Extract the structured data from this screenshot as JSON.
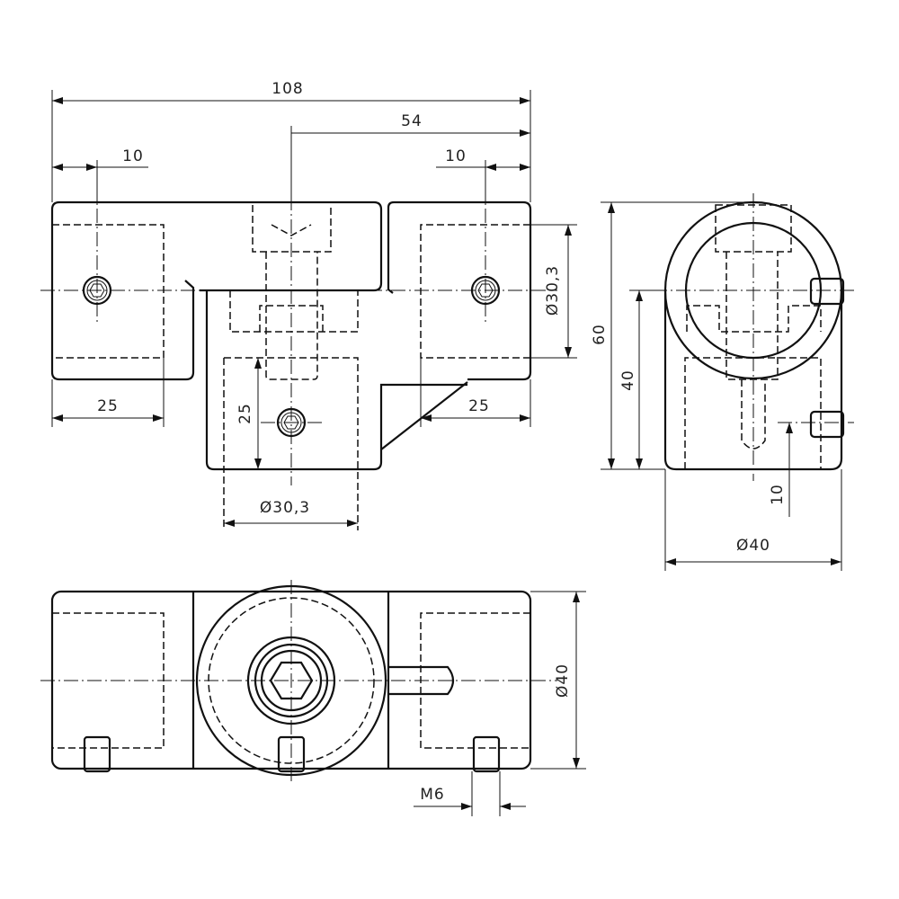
{
  "title": "Clamp connector technical drawing",
  "dimensions": {
    "overall_length": "108",
    "half_length": "54",
    "screw_offset_left": "10",
    "screw_offset_right": "10",
    "bore_depth_left": "25",
    "bore_depth_right": "25",
    "bore_depth_lower": "25",
    "bore_diameter_lower": "Ø30,3",
    "bore_diameter_right": "Ø30,3",
    "side_height": "60",
    "side_axis_height": "40",
    "side_screw_height": "10",
    "side_diameter": "Ø40",
    "bottom_diameter": "Ø40",
    "thread": "M6"
  },
  "colors": {
    "line": "#111111",
    "background": "#ffffff"
  }
}
